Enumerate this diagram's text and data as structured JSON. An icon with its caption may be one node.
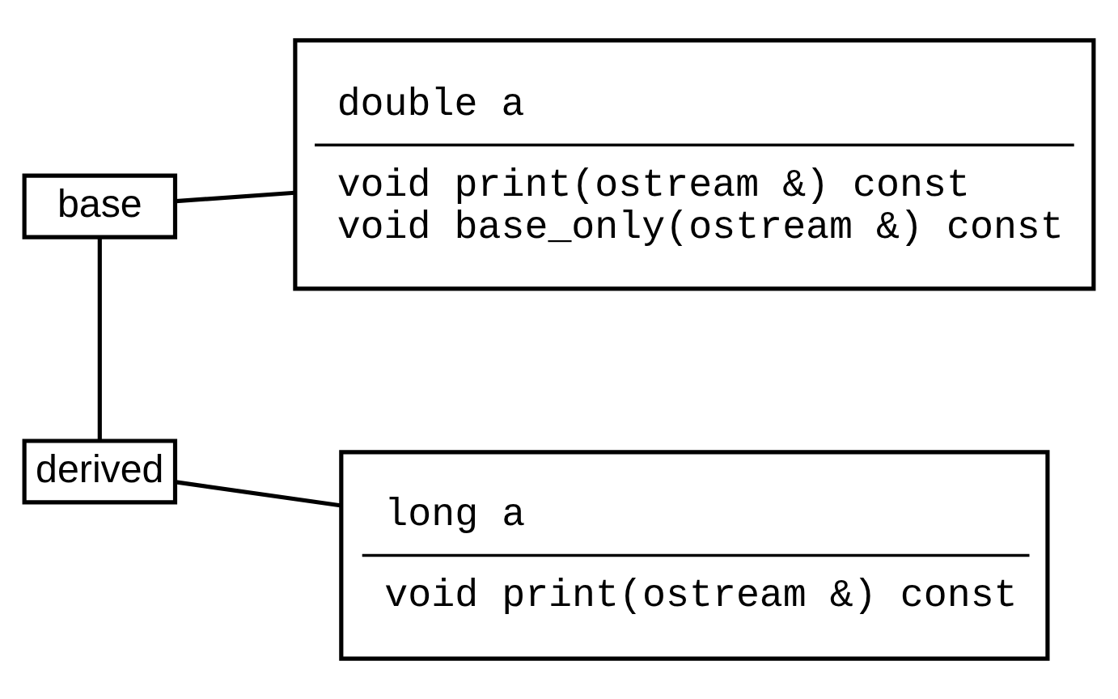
{
  "diagram": {
    "nodes": [
      {
        "text": [
          "base"
        ]
      },
      {
        "text": [
          "double a",
          "void print(ostream &) const",
          "void base_only(ostream &) const"
        ]
      },
      {
        "text": [
          "derived"
        ]
      },
      {
        "text": [
          "long a",
          "void print(ostream &) const"
        ]
      }
    ],
    "edges": [
      {
        "from": 0,
        "to": 1,
        "arrow": "none"
      },
      {
        "from": 0,
        "to": 2,
        "arrow": "none"
      },
      {
        "from": 2,
        "to": 3,
        "arrow": "none"
      }
    ]
  }
}
